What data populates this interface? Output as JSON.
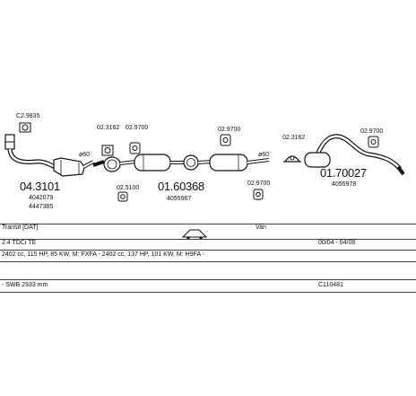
{
  "parts": {
    "p1_code": "C2.9835",
    "p1_pipe_dia": "ø60",
    "p1_number": "04.3101",
    "p1_oe1": "4042079",
    "p1_oe2": "4447385",
    "clamp_left": "02.3162",
    "hanger_a": "02.9700",
    "hanger_b": "02.5100",
    "p2_number": "01.60368",
    "p2_oe": "4055967",
    "hanger_c": "02.9700",
    "p2_pipe_dia": "ø60",
    "hanger_d": "02.9700",
    "clamp_right": "02.3162",
    "hanger_e": "02.9700",
    "p3_number": "01.70027",
    "p3_oe": "4055978"
  },
  "table": {
    "vehicle": "Transit  [DAT]",
    "body_type": "Van",
    "engine": "2.4 TDCi  TE",
    "period": "00/04 - 04/08",
    "spec": "2402 cc, 115 HP, 85 KW, M: FXFA - 2402 cc, 137 HP, 101 KW, M: H9FA -",
    "wheelbase": "- SWB 2933 mm",
    "ref": "C110481"
  }
}
